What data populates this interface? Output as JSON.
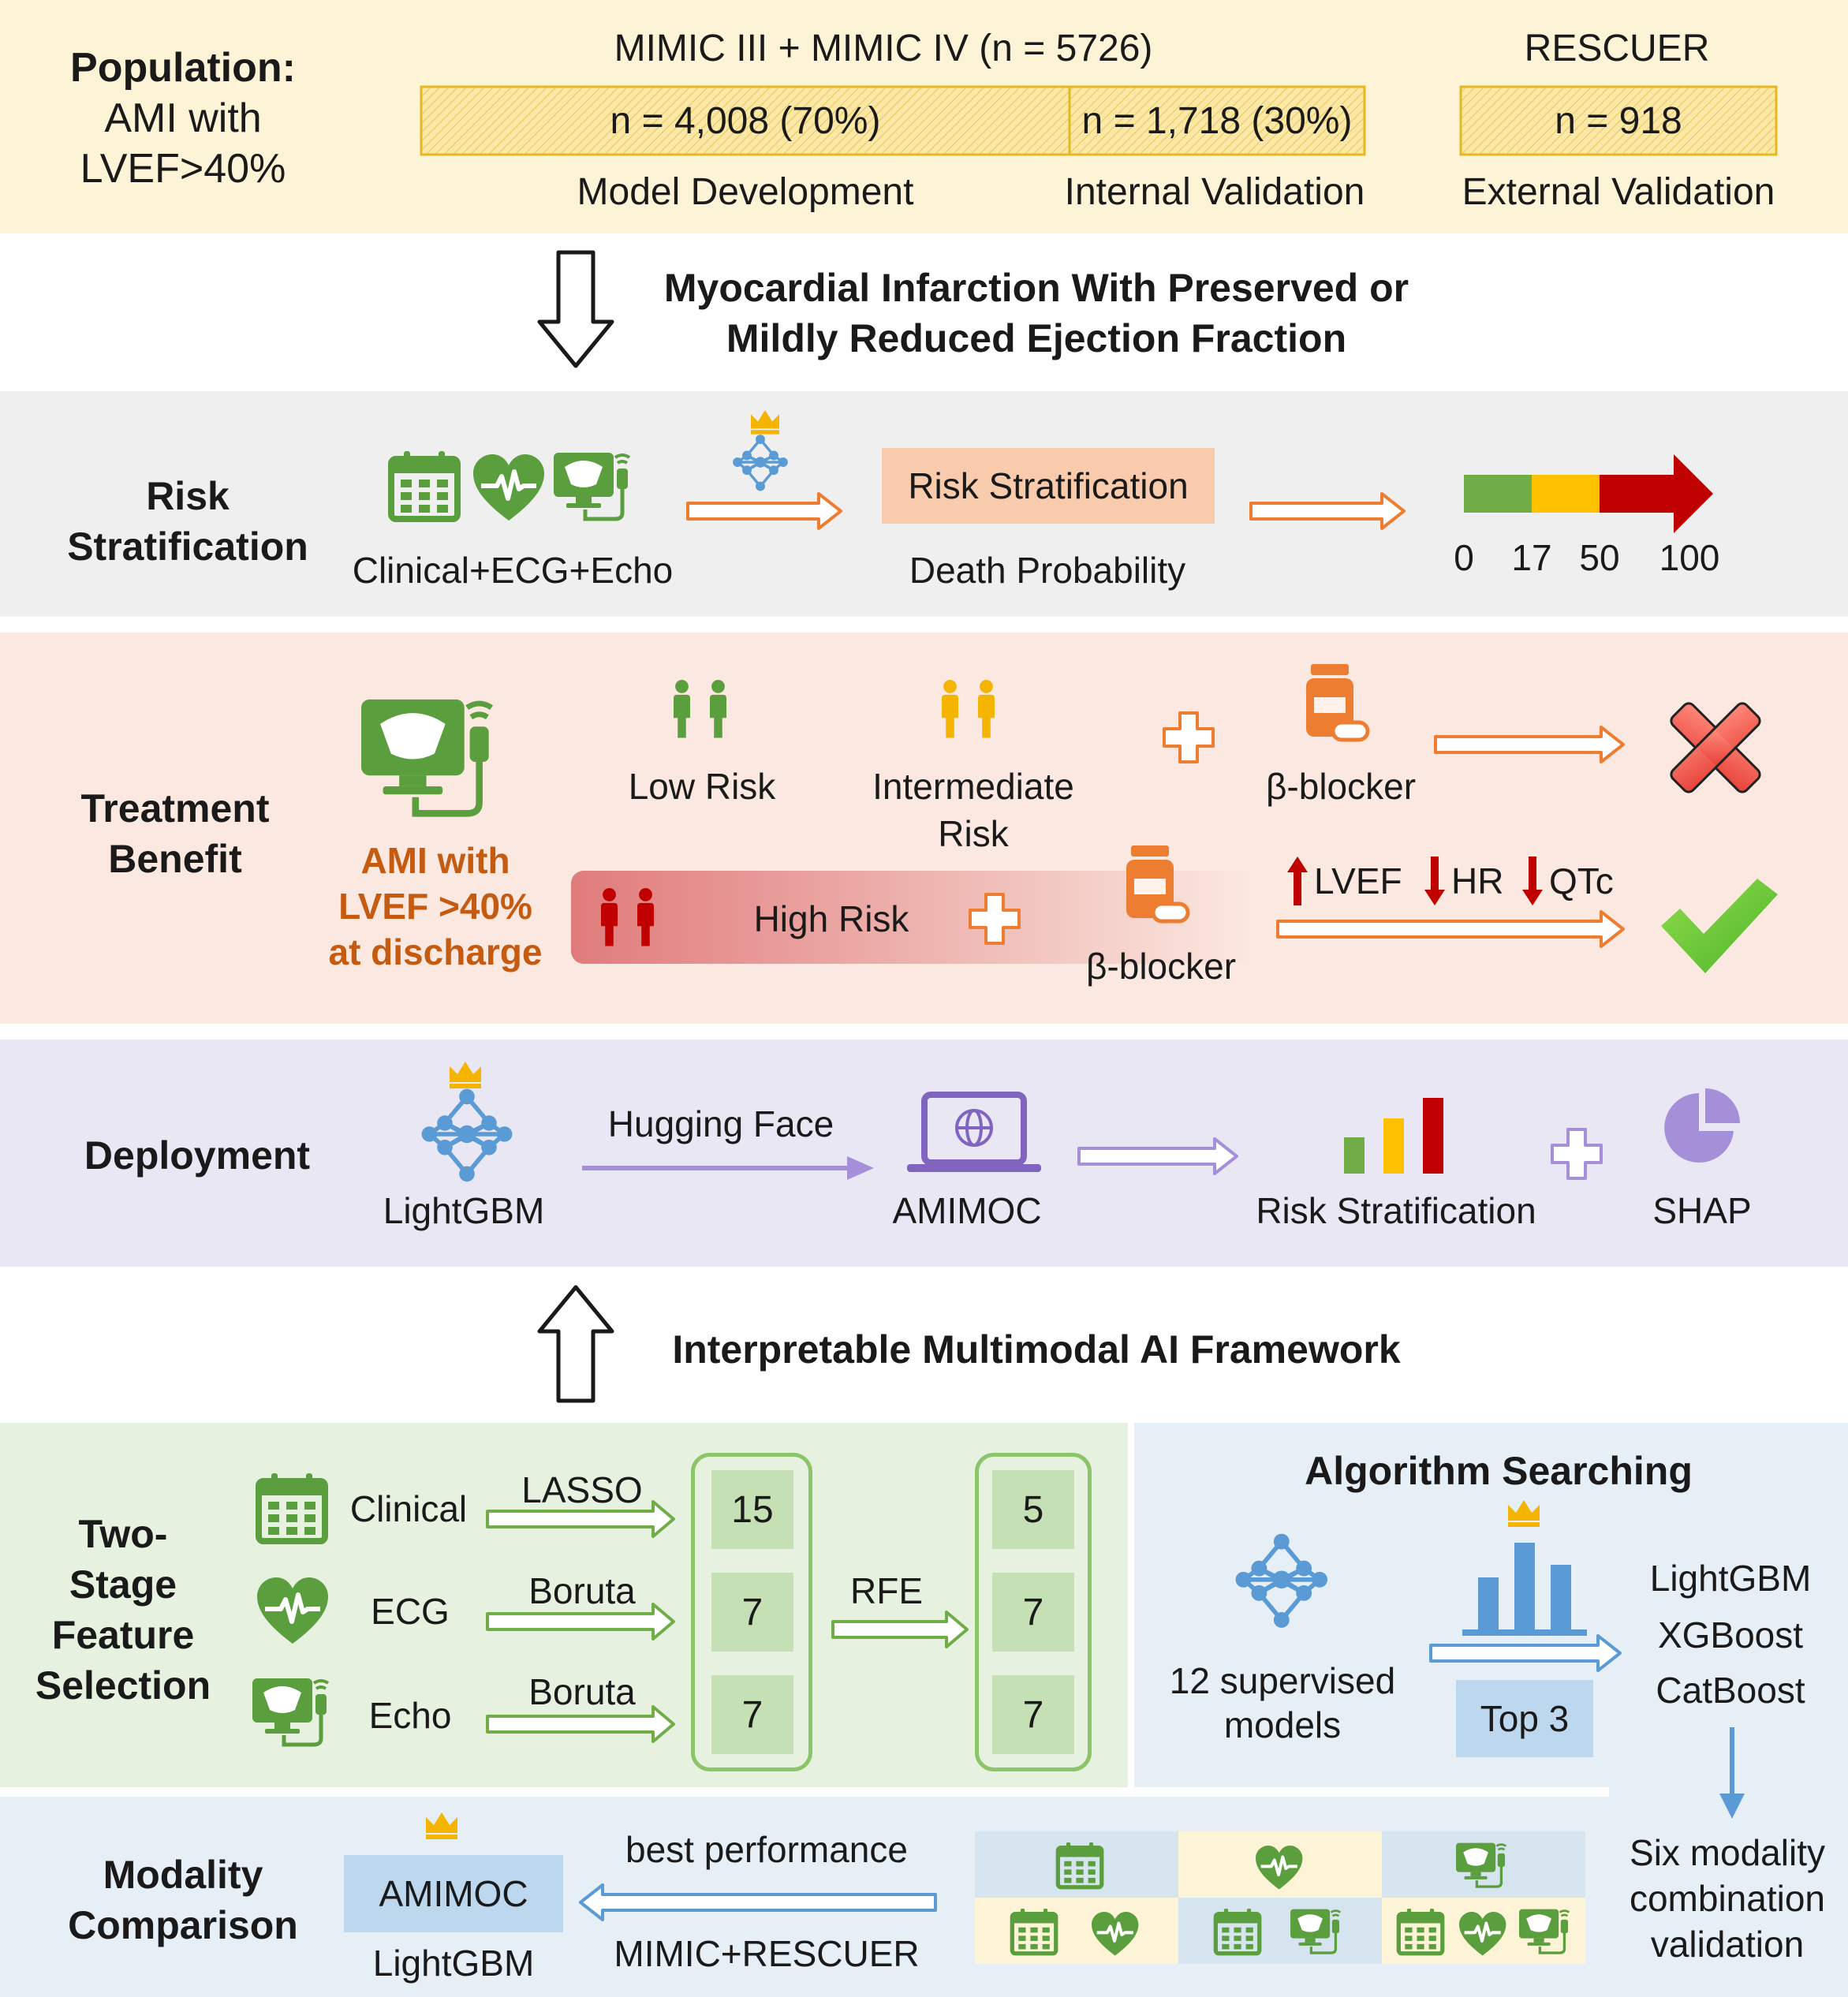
{
  "colors": {
    "population_bg": "#fdf3d6",
    "risk_bg": "#efefef",
    "treatment_bg": "#fbe9e1",
    "deployment_bg": "#e9e7f4",
    "feature_bg": "#e6f1df",
    "algo_bg": "#e6eef6",
    "green": "#5b9e3e",
    "orange": "#ed7d31",
    "yellow": "#ffc000",
    "red": "#c00000",
    "blue": "#5b9bd5",
    "purple": "#a48fd8"
  },
  "population": {
    "label": "Population:",
    "line2": "AMI with",
    "line3": "LVEF>40%",
    "mimic_header": "MIMIC III + MIMIC IV (n = 5726)",
    "rescuer_header": "RESCUER",
    "dev_n": "n = 4,008 (70%)",
    "int_n": "n = 1,718 (30%)",
    "ext_n": "n = 918",
    "dev_label": "Model Development",
    "int_label": "Internal Validation",
    "ext_label": "External Validation"
  },
  "heading1": {
    "line1": "Myocardial Infarction With Preserved or",
    "line2": "Mildly Reduced Ejection Fraction"
  },
  "risk": {
    "title1": "Risk",
    "title2": "Stratification",
    "inputs": "Clinical+ECG+Echo",
    "box": "Risk Stratification",
    "sub": "Death Probability",
    "scale": {
      "ticks": [
        "0",
        "17",
        "50",
        "100"
      ],
      "segments": [
        {
          "from": 0,
          "to": 17,
          "color": "#70ad47"
        },
        {
          "from": 17,
          "to": 50,
          "color": "#ffc000"
        },
        {
          "from": 50,
          "to": 100,
          "color": "#c00000"
        }
      ]
    }
  },
  "treatment": {
    "title1": "Treatment",
    "title2": "Benefit",
    "ami1": "AMI with",
    "ami2": "LVEF >40%",
    "ami3": "at discharge",
    "low": "Low Risk",
    "inter1": "Intermediate",
    "inter2": "Risk",
    "bb1": "β-blocker",
    "high": "High Risk",
    "bb2": "β-blocker",
    "effects": [
      "LVEF",
      "HR",
      "QTc"
    ]
  },
  "deployment": {
    "title": "Deployment",
    "model": "LightGBM",
    "via": "Hugging Face",
    "app": "AMIMOC",
    "out1": "Risk Stratification",
    "out2": "SHAP"
  },
  "heading2": "Interpretable Multimodal AI Framework",
  "features": {
    "title": [
      "Two-",
      "Stage",
      "Feature",
      "Selection"
    ],
    "rows": [
      {
        "name": "Clinical",
        "method": "LASSO",
        "stage1": "15",
        "stage2": "5"
      },
      {
        "name": "ECG",
        "method": "Boruta",
        "stage1": "7",
        "stage2": "7"
      },
      {
        "name": "Echo",
        "method": "Boruta",
        "stage1": "7",
        "stage2": "7"
      }
    ],
    "rfe": "RFE"
  },
  "algorithm": {
    "title": "Algorithm Searching",
    "models1": "12 supervised",
    "models2": "models",
    "top": "Top 3",
    "list": [
      "LightGBM",
      "XGBoost",
      "CatBoost"
    ],
    "validation": [
      "Six modality",
      "combination",
      "validation"
    ]
  },
  "modality": {
    "title1": "Modality",
    "title2": "Comparison",
    "best": "AMIMOC",
    "model": "LightGBM",
    "arrow_top": "best performance",
    "arrow_bottom": "MIMIC+RESCUER"
  }
}
